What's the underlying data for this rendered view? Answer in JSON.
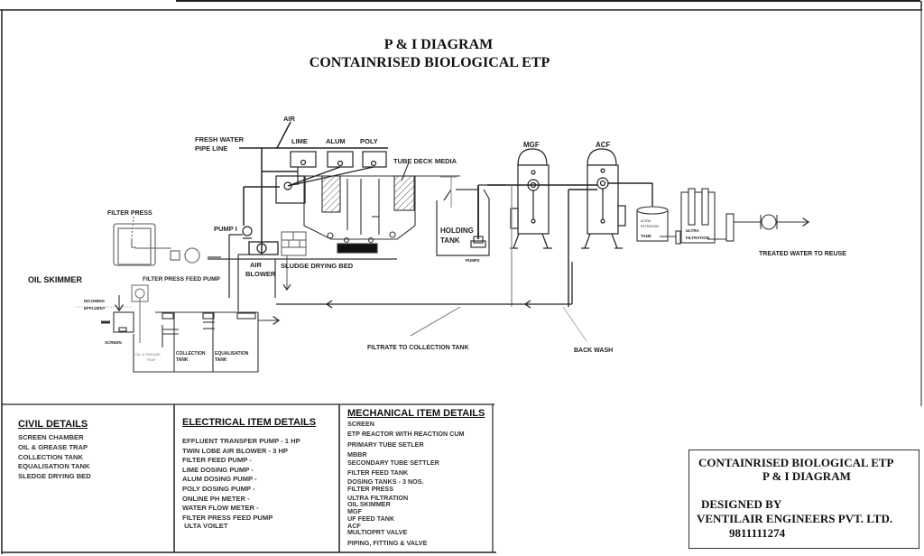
{
  "header": {
    "title_line1": "P & I DIAGRAM",
    "title_line2": "CONTAINRISED BIOLOGICAL ETP"
  },
  "diagram": {
    "labels": {
      "air": "AIR",
      "fresh_water_1": "FRESH WATER",
      "fresh_water_2": "PIPE LINE",
      "lime": "LIME",
      "alum": "ALUM",
      "poly": "POLY",
      "tube_deck_media": "TUBE DECK MEDIA",
      "mgf": "MGF",
      "acf": "ACF",
      "filter_press": "FILTER PRESS",
      "pump1": "PUMP I",
      "holding_tank_1": "HOLDING",
      "holding_tank_2": "TANK",
      "pump2": "PUMP2",
      "uf_tank_1": "ULTRA",
      "uf_tank_2": "FILTRATION",
      "uf_tank_3": "TANK",
      "uf_1": "ULTRA",
      "uf_2": "FILTRATION",
      "treated_water": "TREATED WATER TO REUSE",
      "air_blower_1": "AIR",
      "air_blower_2": "BLOWER",
      "sludge_drying_bed": "SLUDGE DRYING BED",
      "filter_press_feed_pump": "FILTER PRESS FEED PUMP",
      "oil_skimmer": "OIL SKIMMER",
      "incoming_effluent_1": "INCOMING",
      "incoming_effluent_2": "EFFLUENT",
      "screen": "SCREEN",
      "oil_grease_trap_1": "OIL & GREASE",
      "oil_grease_trap_2": "TRAP",
      "collection_tank_1": "COLLECTION",
      "collection_tank_2": "TANK",
      "equalisation_tank_1": "EQUALISATION",
      "equalisation_tank_2": "TANK",
      "filtrate": "FILTRATE TO COLLECTION TANK",
      "back_wash": "BACK WASH"
    }
  },
  "civil": {
    "title": "CIVIL DETAILS",
    "items": [
      "SCREEN CHAMBER",
      "OIL & GREASE TRAP",
      "COLLECTION TANK",
      "EQUALISATION TANK",
      "SLEDGE DRYING BED"
    ]
  },
  "electrical": {
    "title": "ELECTRICAL ITEM DETAILS",
    "items": [
      "EFFLUENT TRANSFER PUMP  -  1 HP",
      "TWIN LOBE AIR BLOWER - 3 HP",
      "FILTER FEED PUMP -",
      "LIME DOSING PUMP -",
      "ALUM DOSING PUMP -",
      "POLY DOSING PUMP -",
      "ONLINE PH METER -",
      "WATER FLOW METER -",
      "FILTER PRESS FEED PUMP",
      " ULTA VOILET"
    ]
  },
  "mechanical": {
    "title": "MECHANICAL ITEM DETAILS",
    "items": [
      "SCREEN",
      "ETP REACTOR WITH REACTION CUM",
      "PRIMARY TUBE SETLER",
      "MBBR",
      "SECONDARY TUBE SETTLER",
      "FILTER FEED TANK",
      "DOSING TANKS - 3 NOS.",
      "FILTER PRESS",
      "ULTRA FILTRATION",
      "OIL SKIMMER",
      "MGF",
      "UF FEED TANK",
      "ACF",
      "MULTIOPRT VALVE",
      "PIPING, FITTING & VALVE"
    ]
  },
  "title_block": {
    "line1": "CONTAINRISED BIOLOGICAL ETP",
    "line2": "P & I DIAGRAM",
    "designed_by": "DESIGNED BY",
    "company": "VENTILAIR ENGINEERS PVT. LTD.",
    "phone": "9811111274"
  }
}
